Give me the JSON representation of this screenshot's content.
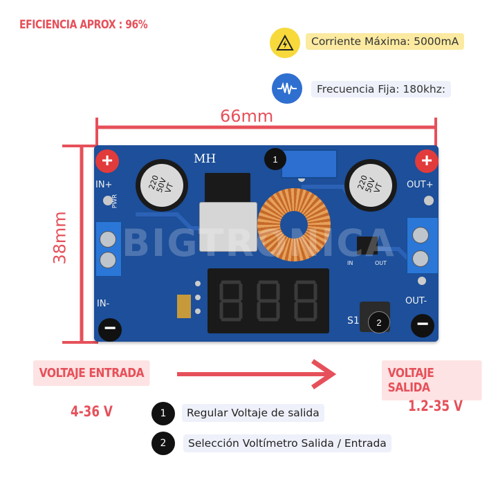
{
  "efficiency": "EFICIENCIA APROX : 96%",
  "max_current": "Corriente Máxima: 5000mA",
  "frequency": "Frecuencia Fija: 180khz:",
  "width_dim": "66mm",
  "height_dim": "38mm",
  "input_label": "VOLTAJE ENTRADA",
  "output_label": "VOLTAJE SALIDA",
  "input_range": "4-36 V",
  "output_range": "1.2-35 V",
  "legend": [
    {
      "num": "1",
      "text": "Regular Voltaje de salida"
    },
    {
      "num": "2",
      "text": "Selección Voltímetro  Salida / Entrada"
    }
  ],
  "board": {
    "brand": "MH",
    "cap_text": [
      "220",
      "50V",
      "VT"
    ],
    "in_plus": "IN+",
    "in_minus": "IN-",
    "out_plus": "OUT+",
    "out_minus": "OUT-",
    "pwr": "PWR",
    "s1": "S1",
    "in_small": "IN",
    "out_small": "OUT",
    "marker1": "1",
    "marker2": "2",
    "watermark": "BIGTRONICA"
  },
  "colors": {
    "accent": "#e6505a",
    "board": "#1d4f9a",
    "warning_icon_bg": "#f7d93c",
    "wave_icon_bg": "#2f6fd0"
  }
}
